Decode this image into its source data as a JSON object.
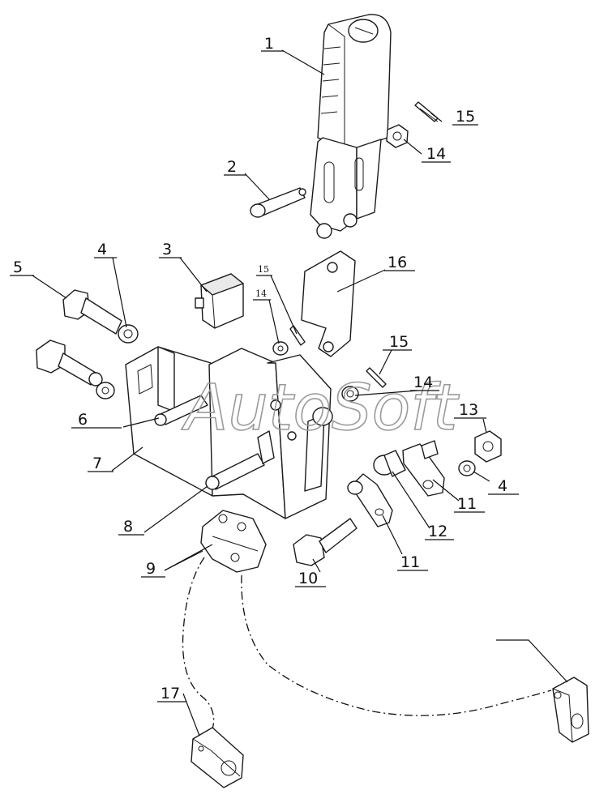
{
  "watermark": "AutoSoft",
  "callouts": [
    {
      "id": "c1",
      "text": "1"
    },
    {
      "id": "c2",
      "text": "2"
    },
    {
      "id": "c3",
      "text": "3"
    },
    {
      "id": "c4a",
      "text": "4"
    },
    {
      "id": "c5",
      "text": "5"
    },
    {
      "id": "c6",
      "text": "6"
    },
    {
      "id": "c7",
      "text": "7"
    },
    {
      "id": "c8",
      "text": "8"
    },
    {
      "id": "c9",
      "text": "9"
    },
    {
      "id": "c10",
      "text": "10"
    },
    {
      "id": "c11a",
      "text": "11"
    },
    {
      "id": "c11b",
      "text": "11"
    },
    {
      "id": "c12",
      "text": "12"
    },
    {
      "id": "c13",
      "text": "13"
    },
    {
      "id": "c4b",
      "text": "4"
    },
    {
      "id": "c14a",
      "text": "14"
    },
    {
      "id": "c14b",
      "text": "14"
    },
    {
      "id": "c14c",
      "text": "14"
    },
    {
      "id": "c15a",
      "text": "15"
    },
    {
      "id": "c15b",
      "text": "15"
    },
    {
      "id": "c15c",
      "text": "15"
    },
    {
      "id": "c16",
      "text": "16"
    },
    {
      "id": "c17",
      "text": "17"
    }
  ]
}
